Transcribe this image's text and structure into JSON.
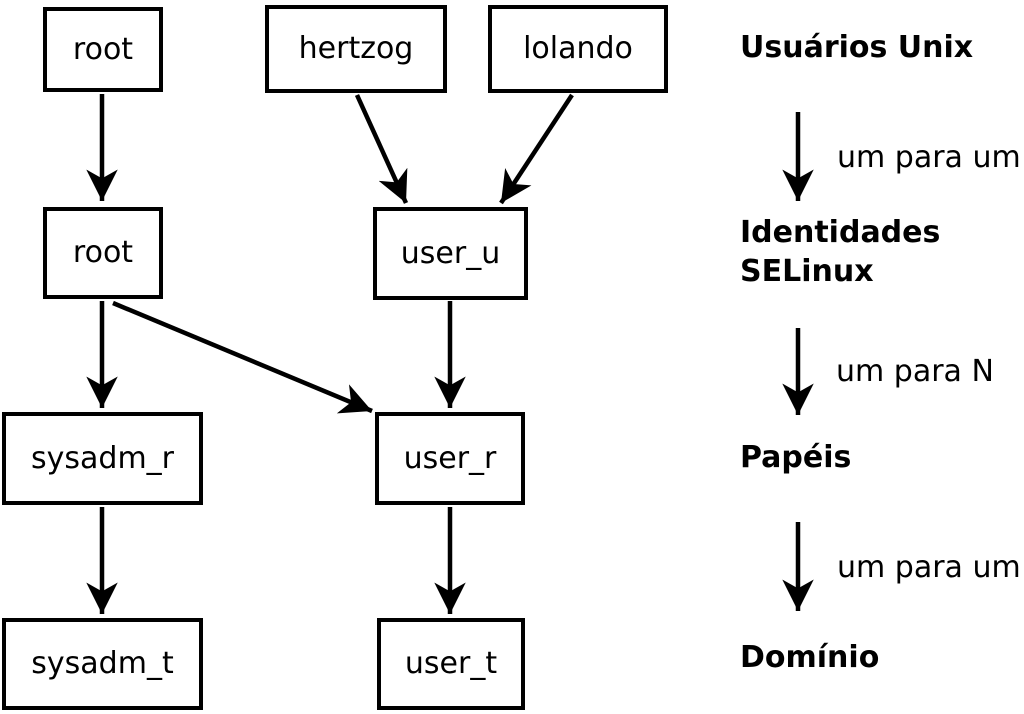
{
  "diagram": {
    "title_hint": "SELinux identity/role/domain mapping",
    "nodes": {
      "unix_root": "root",
      "unix_hertzog": "hertzog",
      "unix_lolando": "lolando",
      "selinux_root": "root",
      "selinux_user_u": "user_u",
      "role_sysadm_r": "sysadm_r",
      "role_user_r": "user_r",
      "domain_sysadm_t": "sysadm_t",
      "domain_user_t": "user_t"
    },
    "legend": {
      "unix_users": "Usuários Unix",
      "mapping_one_to_one_1": "um para um",
      "selinux_identities": "Identidades\nSELinux",
      "mapping_one_to_n": "um para N",
      "roles": "Papéis",
      "mapping_one_to_one_2": "um para um",
      "domain": "Domínio"
    },
    "edges": [
      "unix_root -> selinux_root",
      "unix_hertzog -> selinux_user_u",
      "unix_lolando -> selinux_user_u",
      "selinux_root -> role_sysadm_r",
      "selinux_root -> role_user_r",
      "selinux_user_u -> role_user_r",
      "role_sysadm_r -> domain_sysadm_t",
      "role_user_r -> domain_user_t"
    ],
    "colors": {
      "line": "#000000",
      "text": "#000000",
      "background": "#ffffff"
    }
  }
}
